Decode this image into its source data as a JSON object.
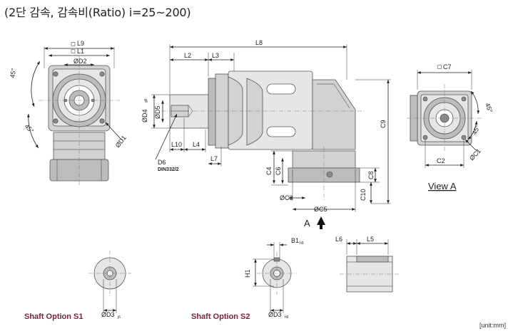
{
  "title": "(2단 감속, 감속비(Ratio) i=25~200)",
  "dims": {
    "L9": "L9",
    "L1": "L1",
    "D2": "ØD2",
    "D1": "ØD1",
    "angle45a": "45°",
    "angle45b": "45°",
    "L8": "L8",
    "L2": "L2",
    "L3": "L3",
    "D4": "ØD4",
    "D4_tol": "g6",
    "D5": "ØD5",
    "L10": "L10",
    "L4": "L4",
    "D6": "D6",
    "din": "DIN332/2",
    "L7": "L7",
    "C4": "C4",
    "C6": "C6",
    "C3": "ØC3",
    "C5": "ØC5",
    "C8": "C8",
    "C10": "C10",
    "C9": "C9",
    "arrowA": "A",
    "C7": "C7",
    "C2": "C2",
    "C1": "ØC1",
    "angle45c": "45°",
    "angle45d": "45°",
    "viewA": "View A",
    "B1": "B1",
    "B1_tol": "h9",
    "H1": "H1",
    "D3s1": "ØD3",
    "D3s1_tol": "j6",
    "D3s2": "ØD3",
    "D3s2_tol": "h6",
    "L6": "L6",
    "L5": "L5",
    "shaftS1": "Shaft Option S1",
    "shaftS2": "Shaft Option S2",
    "unit": "[unit:mm]"
  },
  "colors": {
    "body": "#d2d2d2",
    "label_bold": "#7a1f3d",
    "line": "#222222"
  }
}
